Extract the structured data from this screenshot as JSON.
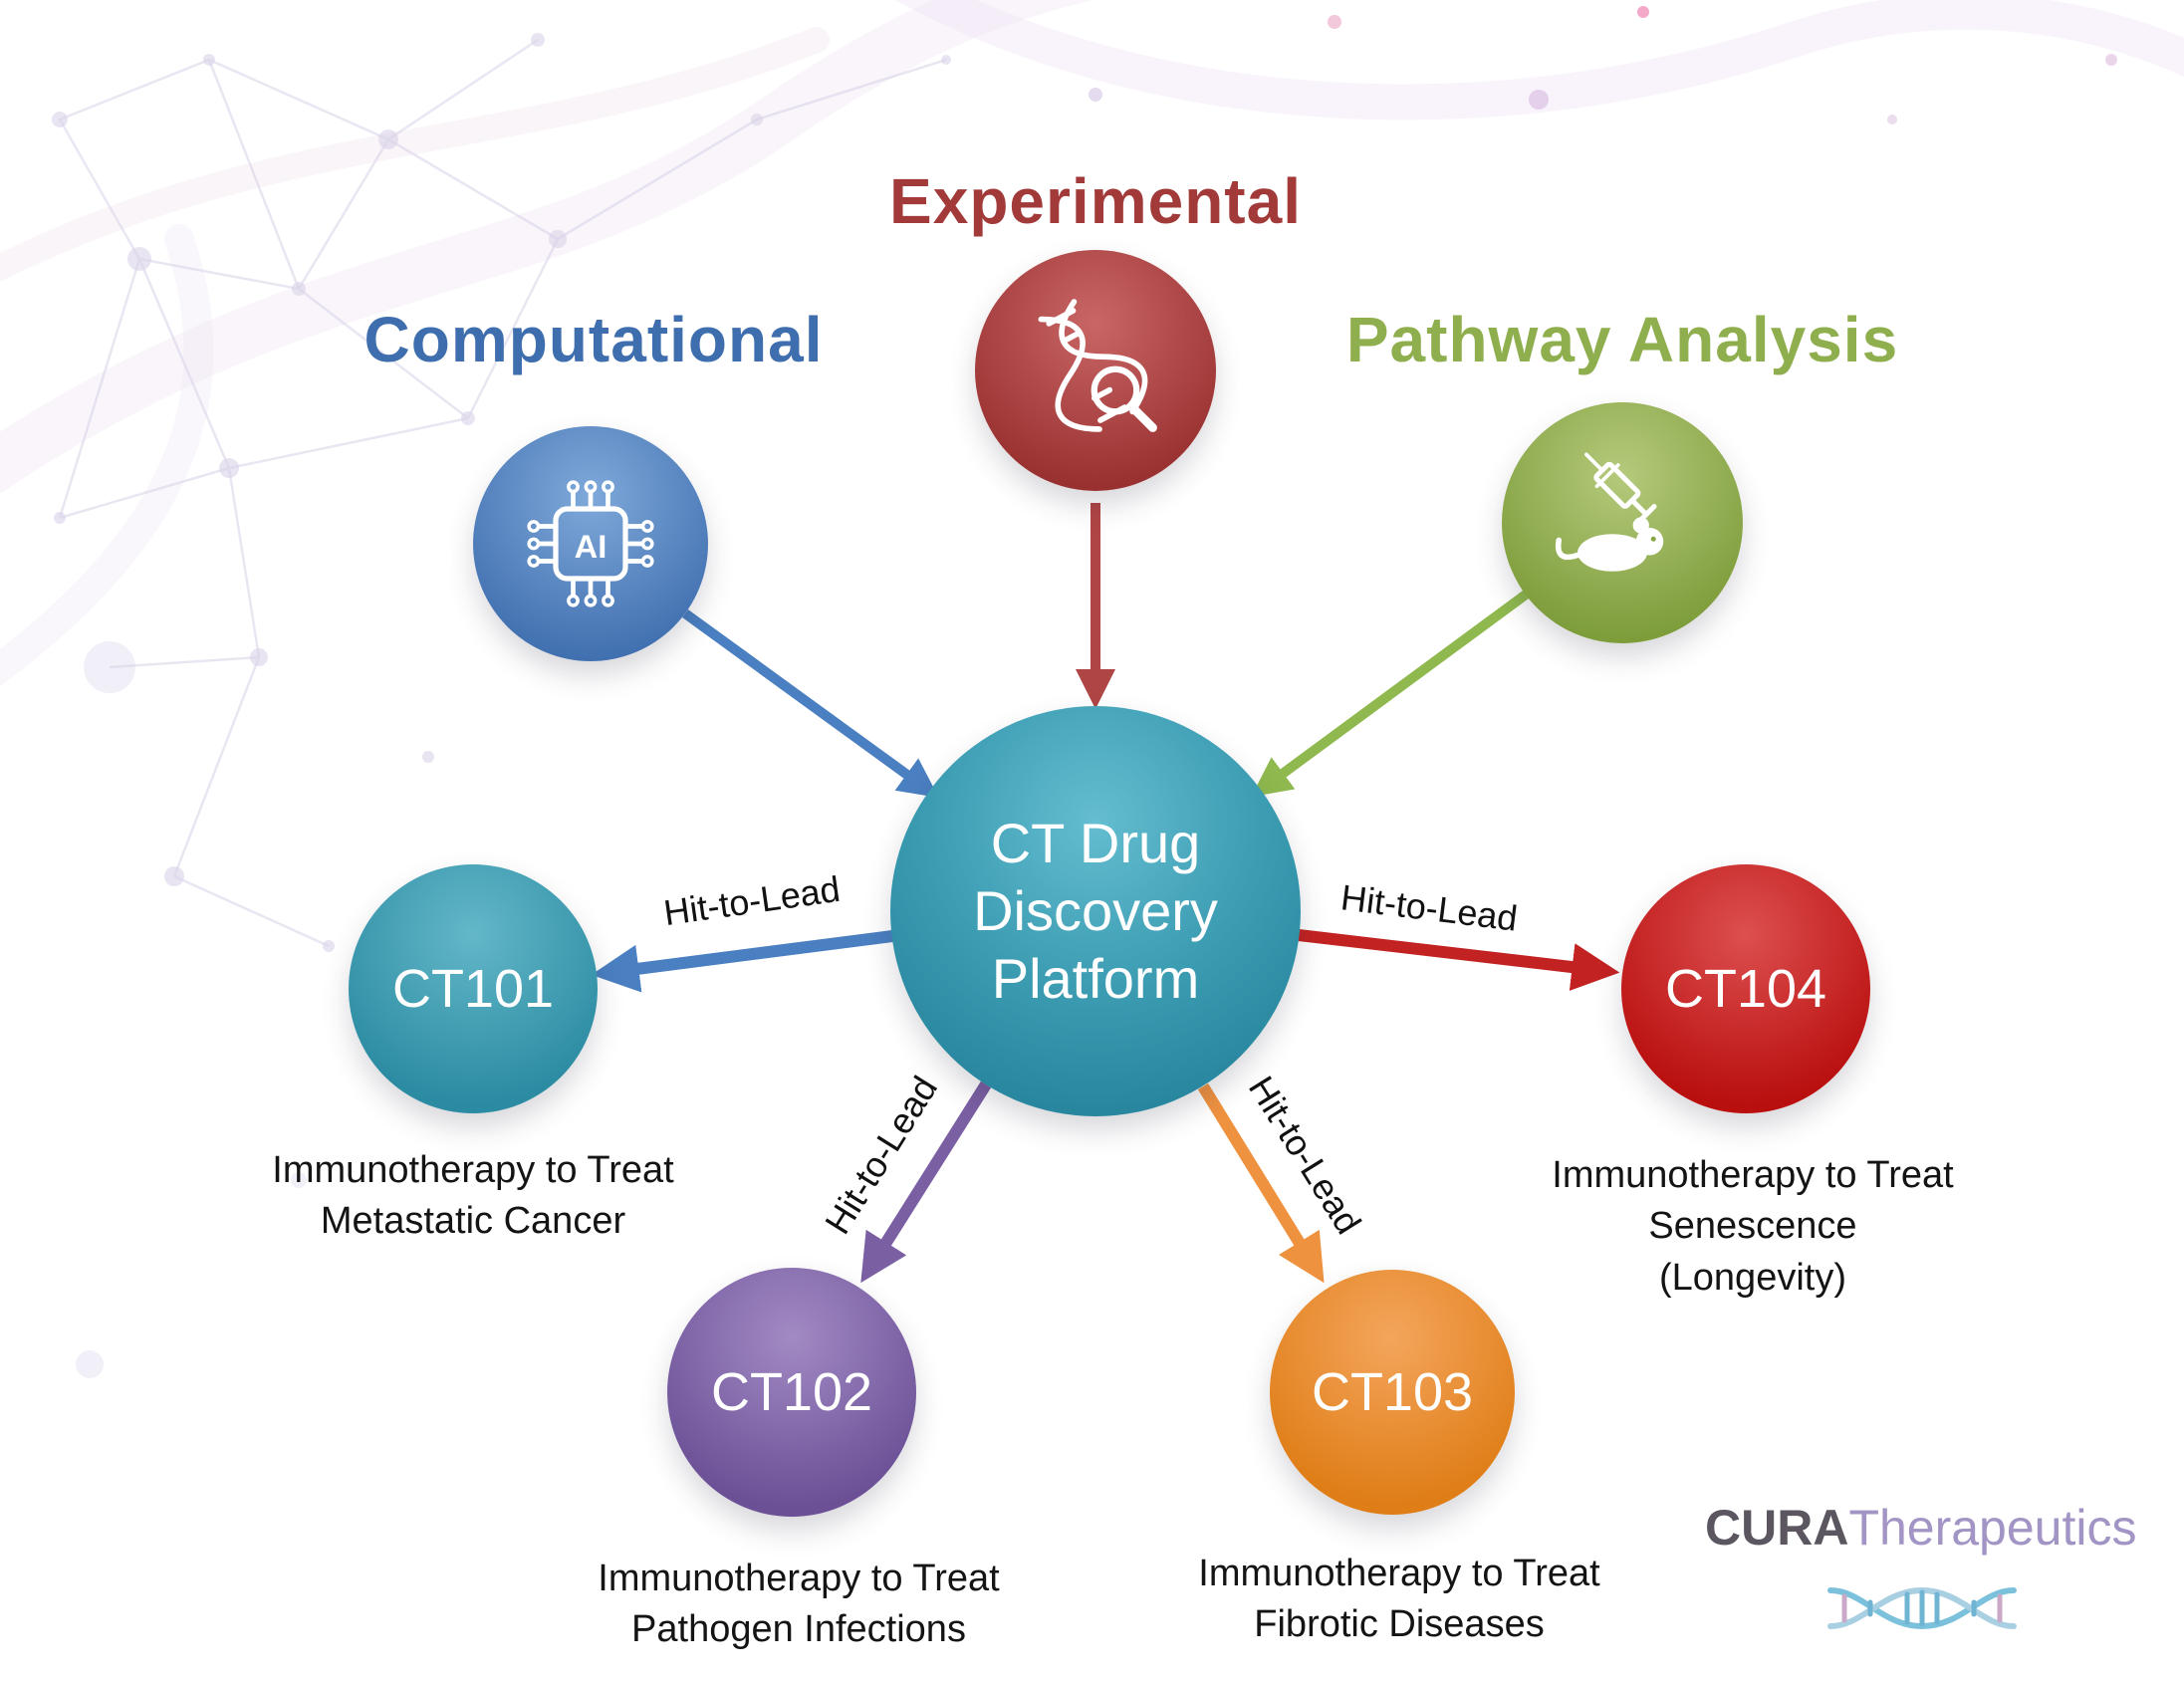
{
  "headings": {
    "computational": {
      "label": "Computational",
      "color": "#3e6eae"
    },
    "experimental": {
      "label": "Experimental",
      "color": "#a23a3a"
    },
    "pathway_analysis": {
      "label": "Pathway Analysis",
      "color": "#8fae4e"
    }
  },
  "center_node": {
    "label": "CT Drug\nDiscovery\nPlatform",
    "color": "#2f8fa6"
  },
  "edge_label": "Hit-to-Lead",
  "programs": [
    {
      "id": "CT101",
      "caption": "Immunotherapy to Treat\nMetastatic Cancer",
      "color": "#3a9cb1"
    },
    {
      "id": "CT102",
      "caption": "Immunotherapy to Treat\nPathogen Infections",
      "color": "#7a5fa3"
    },
    {
      "id": "CT103",
      "caption": "Immunotherapy to Treat\nFibrotic Diseases",
      "color": "#e8883c"
    },
    {
      "id": "CT104",
      "caption": "Immunotherapy to Treat\nSenescence\n(Longevity)",
      "color": "#c21b1b"
    }
  ],
  "icons": {
    "ai_chip_label": "AI"
  },
  "logo": {
    "primary": "CURA",
    "secondary": "Therapeutics"
  }
}
